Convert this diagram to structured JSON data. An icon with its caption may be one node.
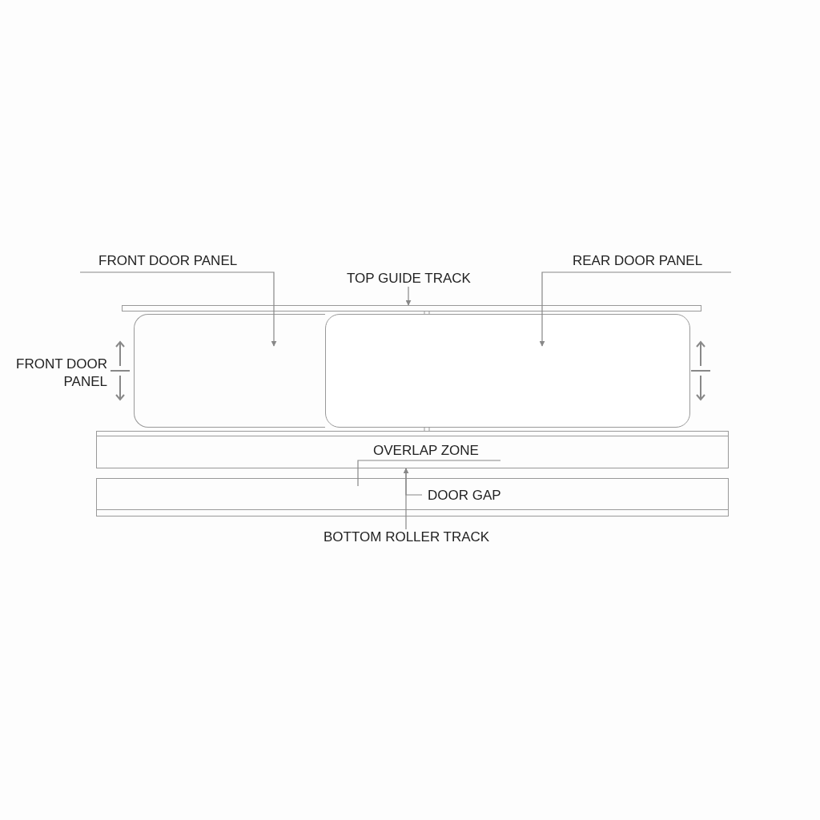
{
  "diagram": {
    "nodes": [
      {
        "text": [
          "FRONT DOOR PANEL"
        ]
      },
      {
        "text": [
          "TOP GUIDE TRACK"
        ]
      },
      {
        "text": [
          "REAR DOOR PANEL"
        ]
      },
      {
        "text": [],
        "shape": "bar"
      },
      {
        "text": [],
        "shape": "box"
      },
      {
        "text": [],
        "shape": "box"
      },
      {
        "text": [],
        "shape": "bar"
      },
      {
        "text": [
          "OVERLAP ZONE"
        ],
        "in": 6
      },
      {
        "text": [],
        "shape": "bar"
      },
      {
        "text": [
          "DOOR GAP"
        ],
        "in": 8
      },
      {
        "text": [
          "BOTTOM ROLLER TRACK"
        ]
      }
    ],
    "edges": [
      {
        "from": 0,
        "to": 4,
        "arrow": "to"
      },
      {
        "from": 1,
        "to": 3,
        "arrow": "to"
      },
      {
        "from": 2,
        "to": 5,
        "arrow": "to"
      },
      {
        "from": 7,
        "to": 8,
        "arrow": "none"
      },
      {
        "from": 10,
        "to": 6,
        "arrow": "to"
      },
      {
        "from": 9,
        "to": 6,
        "arrow": "none"
      }
    ],
    "labels": [
      "FRONT DOOR PANEL"
    ]
  }
}
